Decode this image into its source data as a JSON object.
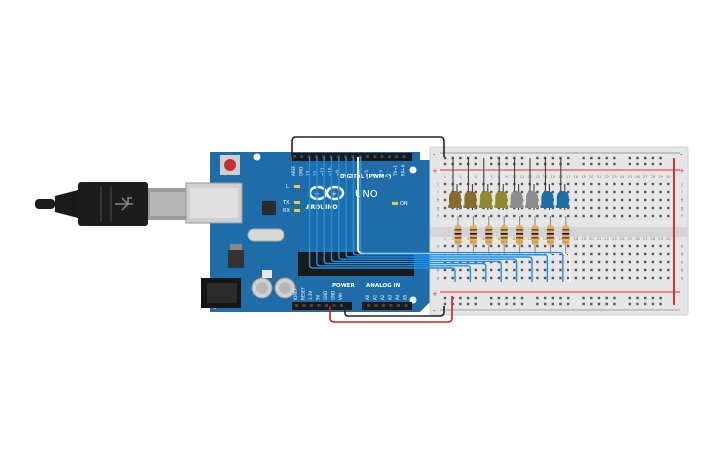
{
  "board": {
    "brand_logo": "ARDUINO",
    "model": "UNO",
    "digital_header_label": "DIGITAL (PWM~)",
    "power_label": "POWER",
    "analog_label": "ANALOG IN",
    "on_label": "ON",
    "led_labels": [
      "L",
      "TX",
      "RX"
    ],
    "top_header_pins": [
      "AREF",
      "GND",
      "13",
      "12",
      "~11",
      "~10",
      "~9",
      "8",
      "7",
      "~6",
      "~5",
      "4",
      "~3",
      "2",
      "TX→1",
      "RX←0"
    ],
    "power_pins": [
      "IOREF",
      "RESET",
      "3.3V",
      "5V",
      "GND",
      "GND",
      "VIN"
    ],
    "analog_pins": [
      "A0",
      "A1",
      "A2",
      "A3",
      "A4",
      "A5"
    ]
  },
  "breadboard": {
    "rail_plus": "+",
    "rail_minus": "-",
    "row_letters_top": [
      "j",
      "i",
      "h",
      "g",
      "f"
    ],
    "row_letters_bottom": [
      "e",
      "d",
      "c",
      "b",
      "a"
    ],
    "column_numbers": [
      "1",
      "2",
      "3",
      "4",
      "5",
      "6",
      "7",
      "8",
      "9",
      "10",
      "11",
      "12",
      "13",
      "14",
      "15",
      "16",
      "17",
      "18",
      "19",
      "20",
      "21",
      "22",
      "23",
      "24",
      "25",
      "26",
      "27",
      "28",
      "29",
      "30"
    ]
  },
  "leds": [
    {
      "color": "#8a6a2a"
    },
    {
      "color": "#8a6a2a"
    },
    {
      "color": "#8f8a2e"
    },
    {
      "color": "#8f8a2e"
    },
    {
      "color": "#8c8c8c"
    },
    {
      "color": "#8c8c8c"
    },
    {
      "color": "#1f6ea3"
    },
    {
      "color": "#1f6ea3"
    }
  ],
  "colors": {
    "board": "#1f6da8",
    "board_dark": "#185a8c",
    "breadboard": "#e6e6e6",
    "wire_signal": "#1e90e6",
    "wire_ground": "#222222",
    "wire_power": "#d21f1f",
    "wire_white": "#ffffff",
    "rail_red": "#e03030",
    "resistor_body": "#d9b071"
  }
}
